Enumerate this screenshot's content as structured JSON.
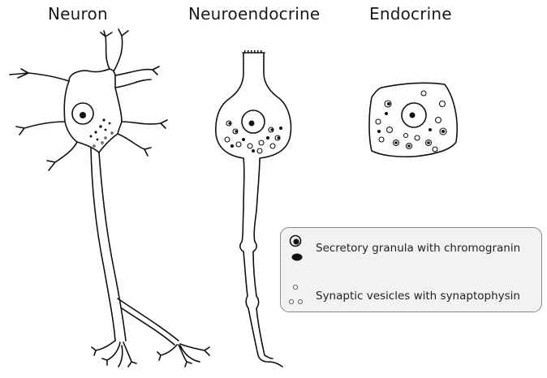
{
  "titles": {
    "neuron": "Neuron",
    "neuroendocrine": "Neuroendocrine",
    "endocrine": "Endocrine"
  },
  "legend": {
    "granule_label": "Secretory granula with chromogranin",
    "vesicle_label": "Synaptic vesicles with synaptophysin"
  },
  "colors": {
    "line": "#111111",
    "legend_bg": "#f2f2f2",
    "legend_border": "#8a8a8a"
  }
}
